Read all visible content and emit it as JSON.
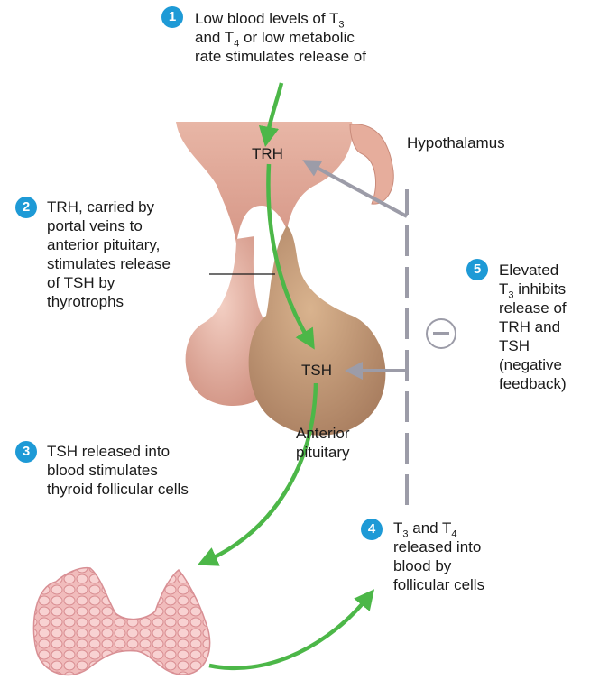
{
  "labels": {
    "hypothalamus": "Hypothalamus",
    "anterior_pituitary_line1": "Anterior",
    "anterior_pituitary_line2": "pituitary",
    "trh": "TRH",
    "tsh": "TSH"
  },
  "steps": [
    {
      "number": "1",
      "lines": [
        "Low blood levels of T",
        "and T",
        "or low metabolic",
        "rate stimulates release of"
      ],
      "subs": [
        "3",
        "4"
      ]
    },
    {
      "number": "2",
      "lines": [
        "TRH, carried by",
        "portal veins to",
        "anterior pituitary,",
        "stimulates release",
        "of TSH by",
        "thyrotrophs"
      ]
    },
    {
      "number": "3",
      "lines": [
        "TSH released into",
        "blood stimulates",
        "thyroid follicular cells"
      ]
    },
    {
      "number": "4",
      "lines": [
        "T",
        "and T",
        "released into",
        "blood by",
        "follicular cells"
      ],
      "subs": [
        "3",
        "4"
      ]
    },
    {
      "number": "5",
      "lines": [
        "Elevated",
        "T",
        "inhibits",
        "release of",
        "TRH and",
        "TSH",
        "(negative",
        "feedback)"
      ],
      "subs": [
        "3"
      ]
    }
  ],
  "symbols": {
    "inhibit": "minus-sign"
  },
  "colors": {
    "badge": "#1e9ad6",
    "stimulate_arrow": "#4cb748",
    "feedback_arrow": "#9c9ca8",
    "tissue": "#e4aa98",
    "thyroid": "#f0b8b8"
  }
}
